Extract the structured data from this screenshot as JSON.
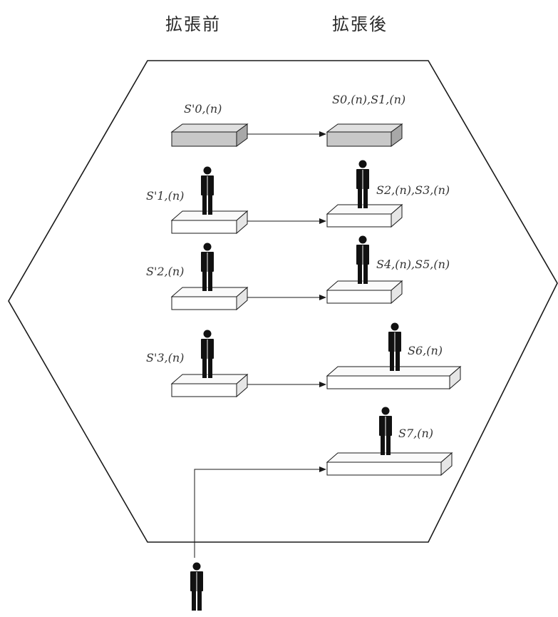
{
  "header": {
    "before": "拡張前",
    "after": "拡張後"
  },
  "labels": {
    "before": [
      "S'0,(n)",
      "S'1,(n)",
      "S'2,(n)",
      "S'3,(n)"
    ],
    "after": [
      "S0,(n),S1,(n)",
      "S2,(n),S3,(n)",
      "S4,(n),S5,(n)",
      "S6,(n)",
      "S7,(n)"
    ]
  },
  "colors": {
    "outline": "#1a1a1a",
    "slab_shaded": "#c8c8c8",
    "slab_plain": "#ffffff",
    "person": "#111111"
  }
}
